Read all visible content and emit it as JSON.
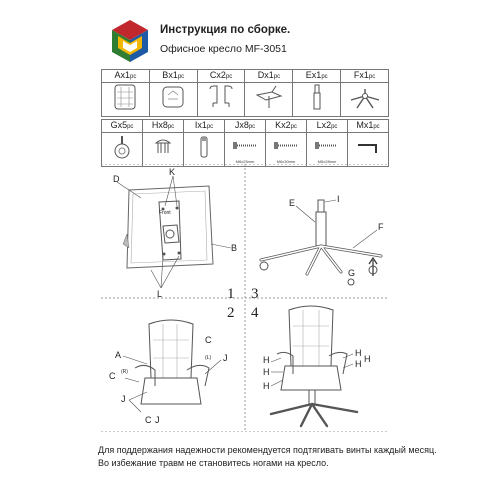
{
  "header": {
    "title": "Инструкция по сборке.",
    "subtitle": "Офисное кресло MF-3051"
  },
  "parts_row1": [
    {
      "letter": "A",
      "qty": "x1",
      "unit": "pc",
      "icon": "chair-back-icon"
    },
    {
      "letter": "B",
      "qty": "x1",
      "unit": "pc",
      "icon": "chair-seat-icon"
    },
    {
      "letter": "C",
      "qty": "x2",
      "unit": "pc",
      "icon": "armrest-icon"
    },
    {
      "letter": "D",
      "qty": "x1",
      "unit": "pc",
      "icon": "tilt-mechanism-icon"
    },
    {
      "letter": "E",
      "qty": "x1",
      "unit": "pc",
      "icon": "gas-lift-icon"
    },
    {
      "letter": "F",
      "qty": "x1",
      "unit": "pc",
      "icon": "five-star-base-icon"
    }
  ],
  "parts_row2": [
    {
      "letter": "G",
      "qty": "x5",
      "unit": "pc",
      "icon": "caster-wheel-icon"
    },
    {
      "letter": "H",
      "qty": "x8",
      "unit": "pc",
      "icon": "cap-icon"
    },
    {
      "letter": "I",
      "qty": "x1",
      "unit": "pc",
      "icon": "cylinder-cover-icon"
    },
    {
      "letter": "J",
      "qty": "x8",
      "unit": "pc",
      "icon": "bolt-icon",
      "size": "M6x25mm"
    },
    {
      "letter": "K",
      "qty": "x2",
      "unit": "pc",
      "icon": "bolt-icon",
      "size": "M6x30mm"
    },
    {
      "letter": "L",
      "qty": "x2",
      "unit": "pc",
      "icon": "bolt-icon",
      "size": "M6x28mm"
    },
    {
      "letter": "M",
      "qty": "x1",
      "unit": "pc",
      "icon": "hex-key-icon"
    }
  ],
  "steps": {
    "step1": {
      "number": "1",
      "labels": {
        "d": "D",
        "k": "K",
        "front": "Front",
        "b": "B",
        "l": "L"
      }
    },
    "step2": {
      "number": "2",
      "labels": {
        "c": "C",
        "a": "A",
        "c2": "C",
        "j": "J",
        "j2": "J",
        "mark_r": "(R)",
        "mark_l": "(L)",
        "c3": "C",
        "j3": "J"
      }
    },
    "step3": {
      "number": "3",
      "labels": {
        "i": "I",
        "e": "E",
        "f": "F",
        "g": "G"
      }
    },
    "step4": {
      "number": "4",
      "labels": {
        "h1": "H",
        "h2": "H",
        "h3": "H",
        "h4": "H",
        "h5": "H",
        "h6": "H"
      }
    }
  },
  "footer": {
    "line1": "Для поддержания надежности рекомендуется подтягивать винты каждый месяц.",
    "line2": "Во избежание травм не становитесь ногами на кресло."
  },
  "colors": {
    "logo_red": "#c0282d",
    "logo_green": "#2e7d32",
    "logo_yellow": "#f2b705",
    "logo_blue": "#1f5aa6",
    "line": "#555555"
  }
}
